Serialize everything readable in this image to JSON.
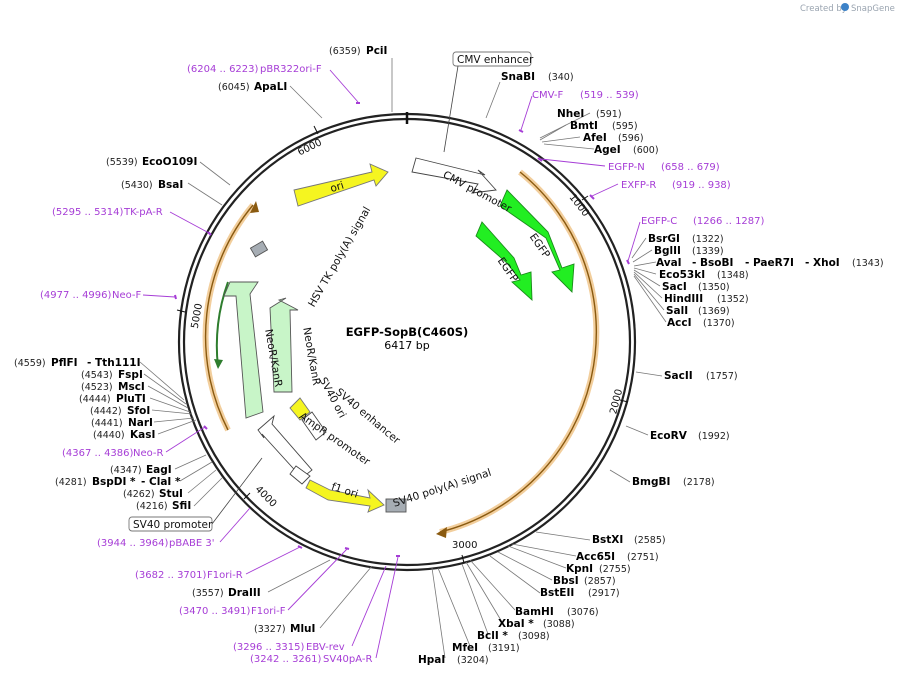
{
  "credit": {
    "prefix": "Created by",
    "brand": "SnapGene"
  },
  "plasmid": {
    "name": "EGFP-SopB(C460S)",
    "length": "6417 bp"
  },
  "ticks": [
    "1000",
    "2000",
    "3000",
    "4000",
    "5000",
    "6000"
  ],
  "enzymes": [
    {
      "name": "PciI",
      "pos": "(6359)"
    },
    {
      "name": "ApaLI",
      "pos": "(6045)"
    },
    {
      "name": "EcoO109I",
      "pos": "(5539)"
    },
    {
      "name": "BsaI",
      "pos": "(5430)"
    },
    {
      "name": "SnaBI",
      "pos": "(340)"
    },
    {
      "name": "NheI",
      "pos": "(591)"
    },
    {
      "name": "BmtI",
      "pos": "(595)"
    },
    {
      "name": "AfeI",
      "pos": "(596)"
    },
    {
      "name": "AgeI",
      "pos": "(600)"
    },
    {
      "name": "BsrGI",
      "pos": "(1322)"
    },
    {
      "name": "BglII",
      "pos": "(1339)"
    },
    {
      "name": "AvaI",
      "pos": ""
    },
    {
      "name": "- BsoBI",
      "pos": ""
    },
    {
      "name": "- PaeR7I",
      "pos": ""
    },
    {
      "name": "- XhoI",
      "pos": "(1343)"
    },
    {
      "name": "Eco53kI",
      "pos": "(1348)"
    },
    {
      "name": "SacI",
      "pos": "(1350)"
    },
    {
      "name": "HindIII",
      "pos": "(1352)"
    },
    {
      "name": "SalI",
      "pos": "(1369)"
    },
    {
      "name": "AccI",
      "pos": "(1370)"
    },
    {
      "name": "SacII",
      "pos": "(1757)"
    },
    {
      "name": "EcoRV",
      "pos": "(1992)"
    },
    {
      "name": "BmgBI",
      "pos": "(2178)"
    },
    {
      "name": "BstXI",
      "pos": "(2585)"
    },
    {
      "name": "Acc65I",
      "pos": "(2751)"
    },
    {
      "name": "KpnI",
      "pos": "(2755)"
    },
    {
      "name": "BbsI",
      "pos": "(2857)"
    },
    {
      "name": "BstEII",
      "pos": "(2917)"
    },
    {
      "name": "BamHI",
      "pos": "(3076)"
    },
    {
      "name": "XbaI *",
      "pos": "(3088)"
    },
    {
      "name": "BclI *",
      "pos": "(3098)"
    },
    {
      "name": "MfeI",
      "pos": "(3191)"
    },
    {
      "name": "HpaI",
      "pos": "(3204)"
    },
    {
      "name": "MluI",
      "pos": "(3327)"
    },
    {
      "name": "DraIII",
      "pos": "(3557)"
    },
    {
      "name": "SfiI",
      "pos": "(4216)"
    },
    {
      "name": "StuI",
      "pos": "(4262)"
    },
    {
      "name": "BspDI *",
      "pos": "(4281)"
    },
    {
      "name": "- ClaI *",
      "pos": ""
    },
    {
      "name": "EagI",
      "pos": "(4347)"
    },
    {
      "name": "KasI",
      "pos": "(4440)"
    },
    {
      "name": "NarI",
      "pos": "(4441)"
    },
    {
      "name": "SfoI",
      "pos": "(4442)"
    },
    {
      "name": "PluTI",
      "pos": "(4444)"
    },
    {
      "name": "MscI",
      "pos": "(4523)"
    },
    {
      "name": "FspI",
      "pos": "(4543)"
    },
    {
      "name": "PflFI",
      "pos": "(4559)"
    },
    {
      "name": "- Tth111I",
      "pos": ""
    }
  ],
  "primers": [
    {
      "name": "pBR322ori-F",
      "pos": "(6204 .. 6223)"
    },
    {
      "name": "CMV-F",
      "pos": "(519 .. 539)"
    },
    {
      "name": "EGFP-N",
      "pos": "(658 .. 679)"
    },
    {
      "name": "EXFP-R",
      "pos": "(919 .. 938)"
    },
    {
      "name": "EGFP-C",
      "pos": "(1266 .. 1287)"
    },
    {
      "name": "TK-pA-R",
      "pos": "(5295 .. 5314)"
    },
    {
      "name": "Neo-F",
      "pos": "(4977 .. 4996)"
    },
    {
      "name": "Neo-R",
      "pos": "(4367 .. 4386)"
    },
    {
      "name": "pBABE 3'",
      "pos": "(3944 .. 3964)"
    },
    {
      "name": "F1ori-R",
      "pos": "(3682 .. 3701)"
    },
    {
      "name": "F1ori-F",
      "pos": "(3470 .. 3491)"
    },
    {
      "name": "EBV-rev",
      "pos": "(3296 .. 3315)"
    },
    {
      "name": "SV40pA-R",
      "pos": "(3242 .. 3261)"
    }
  ],
  "features": [
    {
      "name": "CMV enhancer",
      "color": "#ffffff"
    },
    {
      "name": "CMV promoter",
      "color": "#ffffff"
    },
    {
      "name": "EGFP",
      "color": "#22ee22"
    },
    {
      "name": "EGFP",
      "color": "#22ee22"
    },
    {
      "name": "SV40 poly(A) signal",
      "color": "#a6adb4"
    },
    {
      "name": "f1 ori",
      "color": "#f5f520"
    },
    {
      "name": "AmpR promoter",
      "color": "#ffffff"
    },
    {
      "name": "SV40 promoter",
      "color": "#ffffff"
    },
    {
      "name": "SV40 ori",
      "color": "#f5f520"
    },
    {
      "name": "SV40 enhancer",
      "color": "#ffffff"
    },
    {
      "name": "NeoR/KanR",
      "color": "#c8f5c8"
    },
    {
      "name": "NeoR/KanR",
      "color": "#c8f5c8"
    },
    {
      "name": "HSV TK poly(A) signal",
      "color": "#a6adb4"
    },
    {
      "name": "ori",
      "color": "#f5f520"
    }
  ],
  "colors": {
    "primer": "#a63dd6",
    "orf": "#e8a64a",
    "backbone": "#222222"
  }
}
